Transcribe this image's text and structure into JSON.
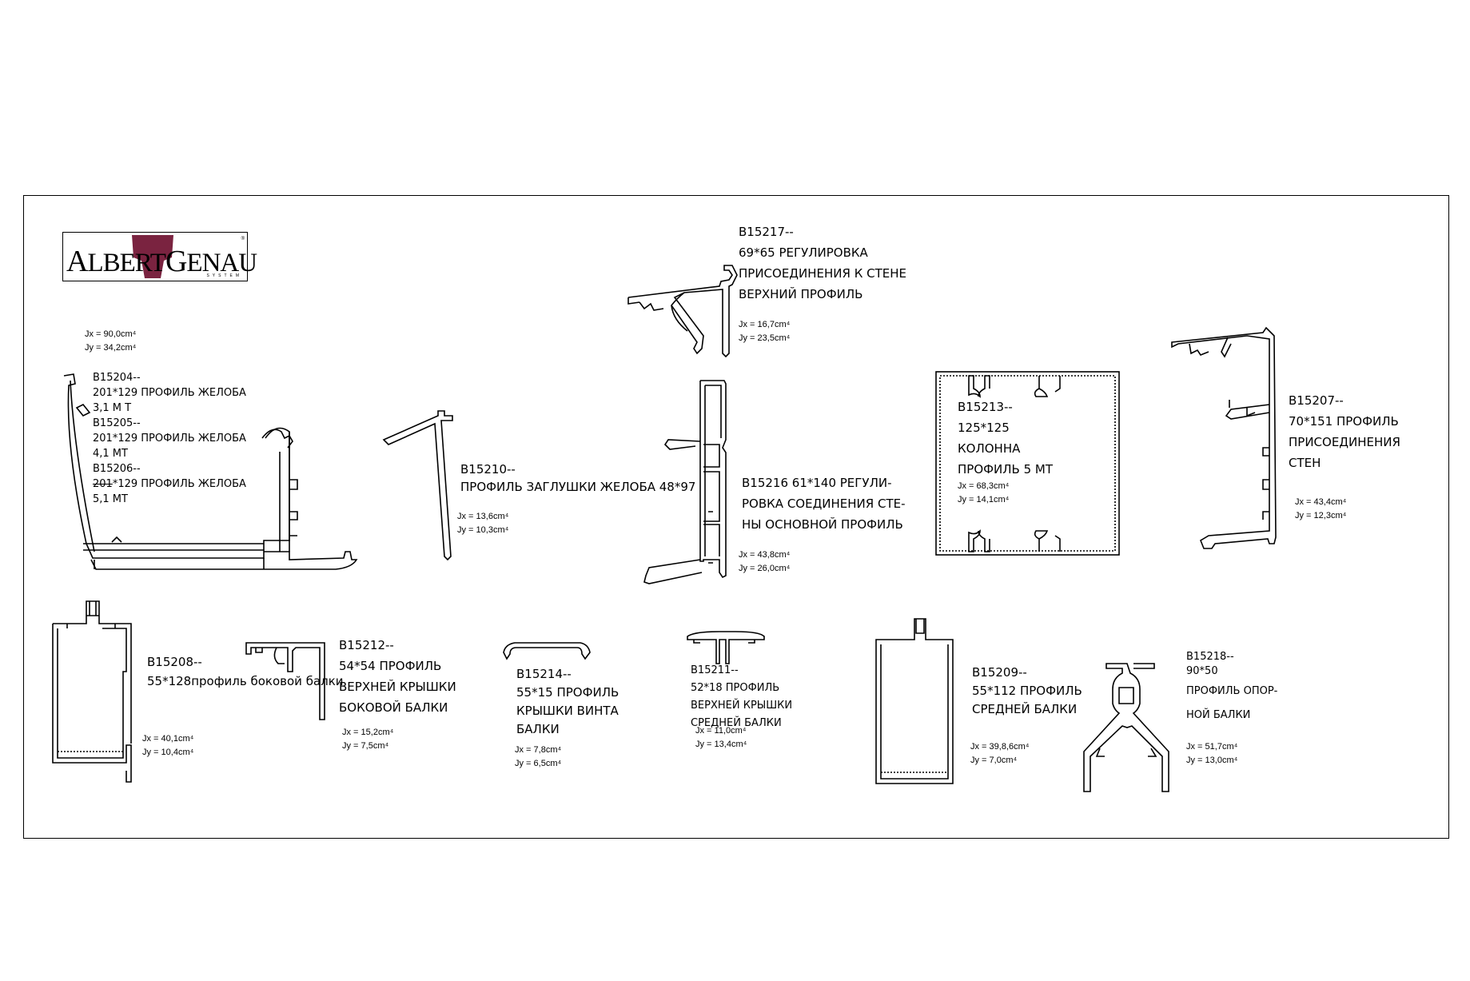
{
  "logo": {
    "brand_a": "A",
    "brand_b": "LBERT",
    "brand_c": "G",
    "brand_d": "ENAU",
    "registered": "®",
    "subtitle": "SYSTEM",
    "mark_color": "#7a2340"
  },
  "profiles": {
    "b15204": {
      "jx": "Jx = 90,0cm⁴",
      "jy": "Jy = 34,2cm⁴",
      "l1": "B15204--",
      "l2": "201*129 ПРОФИЛЬ ЖЕЛОБА",
      "l3": "3,1 М Т",
      "l4": "B15205--",
      "l5": "201*129 ПРОФИЛЬ ЖЕЛОБА",
      "l6": "4,1 МТ",
      "l7": "B15206--",
      "l8a": "201",
      "l8b": "*129 ПРОФИЛЬ ЖЕЛОБА",
      "l9": "5,1 МТ"
    },
    "b15210": {
      "l1": "B15210--",
      "l2": "ПРОФИЛЬ ЗАГЛУШКИ ЖЕЛОБА 48*97",
      "jx": "Jx = 13,6cm⁴",
      "jy": "Jy = 10,3cm⁴"
    },
    "b15217": {
      "l1": "B15217--",
      "l2": "69*65 РЕГУЛИРОВКА",
      "l3": "ПРИСОЕДИНЕНИЯ К СТЕНЕ",
      "l4": "ВЕРХНИЙ ПРОФИЛЬ",
      "jx": "Jx = 16,7cm⁴",
      "jy": "Jy = 23,5cm⁴"
    },
    "b15216": {
      "l1": "B15216 61*140 РЕГУЛИ-",
      "l2": "РОВКА СОЕДИНЕНИЯ СТЕ-",
      "l3": "НЫ ОСНОВНОЙ ПРОФИЛЬ",
      "jx": "Jx = 43,8cm⁴",
      "jy": "Jy = 26,0cm⁴"
    },
    "b15213": {
      "l1": "B15213--",
      "l2": "125*125",
      "l3": "КОЛОННА",
      "l4": "ПРОФИЛЬ 5 МТ",
      "jx": "Jx = 68,3cm⁴",
      "jy": "Jy = 14,1cm⁴"
    },
    "b15207": {
      "l1": "B15207--",
      "l2": "70*151 ПРОФИЛЬ",
      "l3": "ПРИСОЕДИНЕНИЯ",
      "l4": "СТЕН",
      "jx": "Jx = 43,4cm⁴",
      "jy": "Jy = 12,3cm⁴"
    },
    "b15208": {
      "l1": "B15208--",
      "l2": "55*128профиль боковой балки",
      "jx": "Jx = 40,1cm⁴",
      "jy": "Jy = 10,4cm⁴"
    },
    "b15212": {
      "l1": "B15212--",
      "l2": "54*54 ПРОФИЛЬ",
      "l3": "ВЕРХНЕЙ КРЫШКИ",
      "l4": "БОКОВОЙ БАЛКИ",
      "jx": "Jx = 15,2cm⁴",
      "jy": "Jy = 7,5cm⁴"
    },
    "b15214": {
      "l1": "B15214--",
      "l2": "55*15 ПРОФИЛЬ",
      "l3": "КРЫШКИ ВИНТА",
      "l4": "БАЛКИ",
      "jx": "Jx = 7,8cm⁴",
      "jy": "Jy = 6,5cm⁴"
    },
    "b15211": {
      "l1": "B15211--",
      "l2": "52*18 ПРОФИЛЬ",
      "l3": "ВЕРХНЕЙ КРЫШКИ",
      "l4": "СРЕДНЕЙ БАЛКИ",
      "jx": "Jx = 11,0cm⁴",
      "jy": "Jy = 13,4cm⁴"
    },
    "b15209": {
      "l1": "B15209--",
      "l2": "55*112 ПРОФИЛЬ",
      "l3": "СРЕДНЕЙ БАЛКИ",
      "jx": "Jx = 39,8,6cm⁴",
      "jy": "Jy = 7,0cm⁴"
    },
    "b15218": {
      "l1": "B15218--",
      "l2": "90*50",
      "l3": "ПРОФИЛЬ ОПОР-",
      "l4": "НОЙ БАЛКИ",
      "jx": "Jx = 51,7cm⁴",
      "jy": "Jy = 13,0cm⁴"
    }
  }
}
